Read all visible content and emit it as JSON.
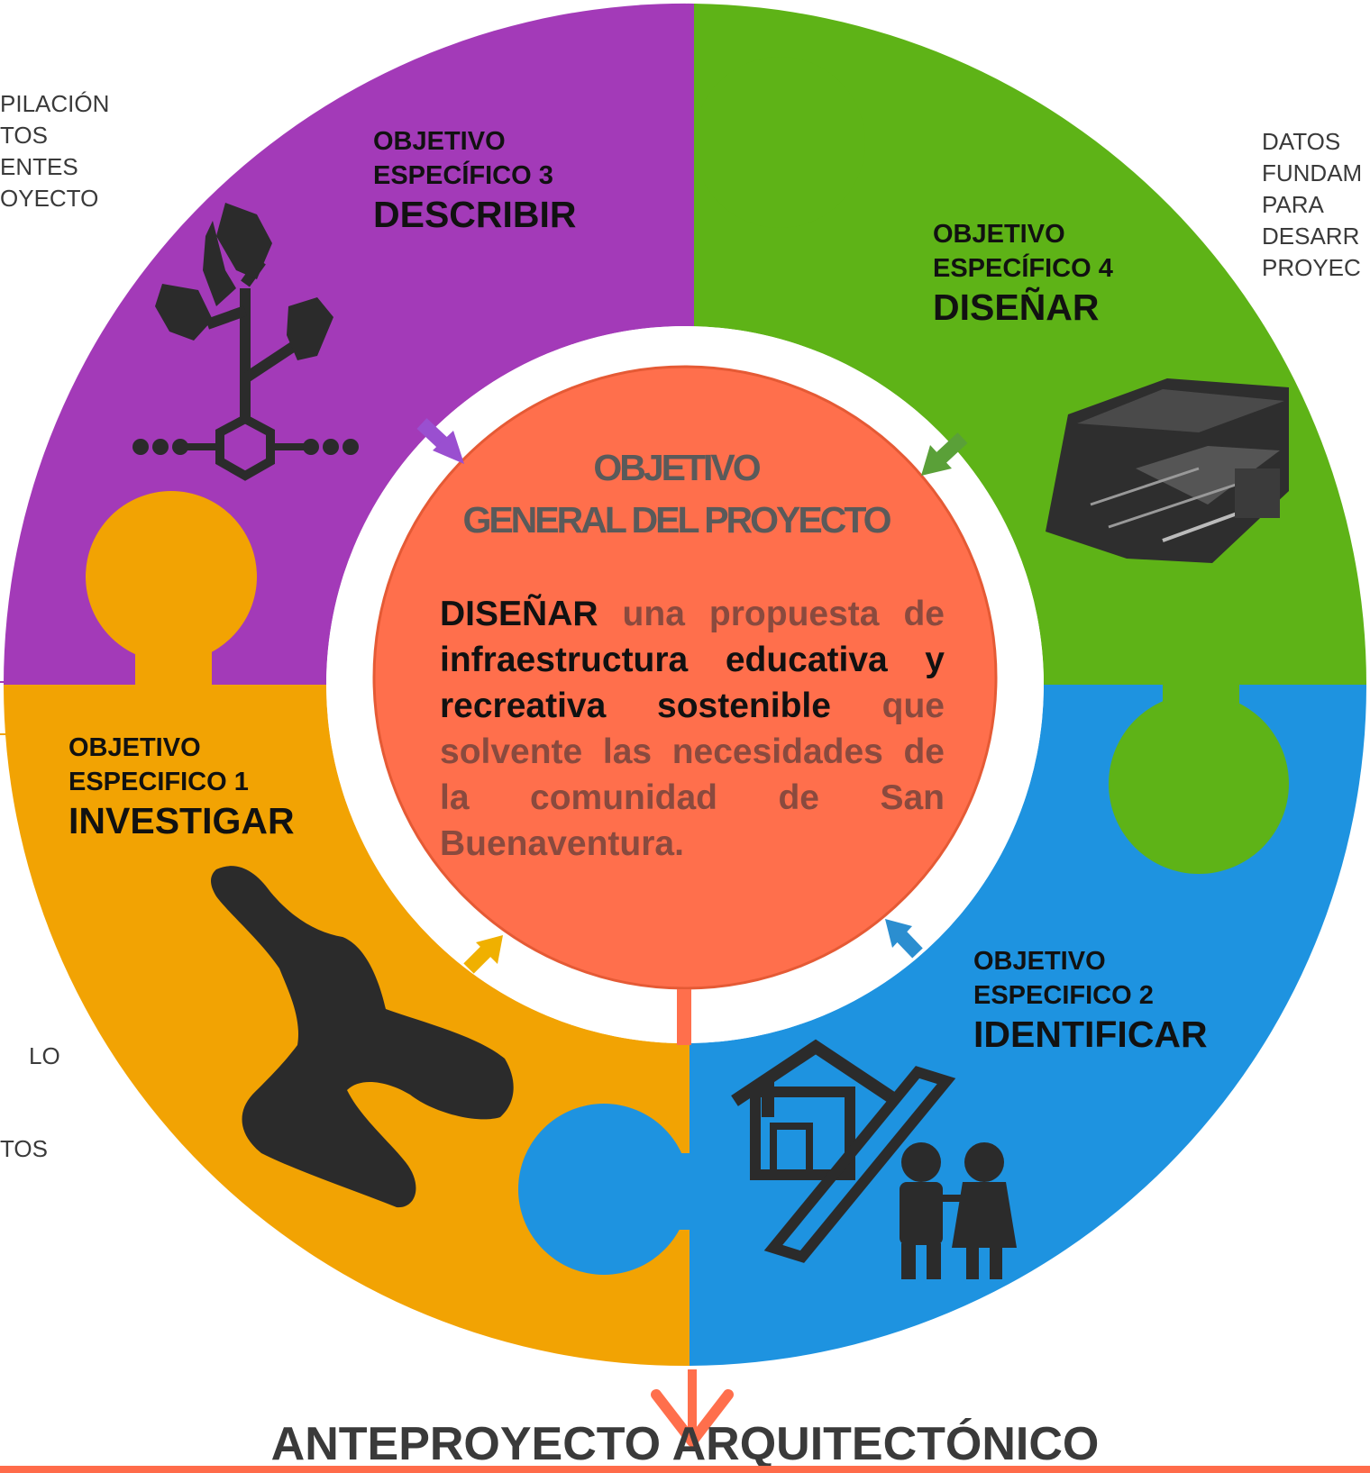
{
  "colors": {
    "purple": "#a33ab8",
    "green": "#5eb317",
    "blue": "#1e93e0",
    "orange": "#f2a303",
    "center": "#ff6f4c",
    "icon": "#2b2b2b"
  },
  "side_notes": {
    "top_left": [
      "PILACIÓN",
      "TOS",
      "ENTES",
      "OYECTO"
    ],
    "top_right": [
      "DATOS",
      "FUNDAM",
      "PARA",
      "DESARR",
      "PROYEC"
    ],
    "left_1": "LO",
    "left_2": "TOS"
  },
  "objectives": {
    "obj3": {
      "line1": "OBJETIVO",
      "line2": "ESPECÍFICO 3",
      "verb": "DESCRIBIR",
      "color": "#a33ab8",
      "icon": "tree-hexagon-icon"
    },
    "obj4": {
      "line1": "OBJETIVO",
      "line2": "ESPECÍFICO 4",
      "verb": "DISEÑAR",
      "color": "#5eb317",
      "icon": "building-render-icon"
    },
    "obj1": {
      "line1": "OBJETIVO",
      "line2": "ESPECIFICO 1",
      "verb": "INVESTIGAR",
      "color": "#f2a303",
      "icon": "map-silhouette-icon"
    },
    "obj2": {
      "line1": "OBJETIVO",
      "line2": "ESPECIFICO 2",
      "verb": "IDENTIFICAR",
      "color": "#1e93e0",
      "icon": "house-percent-people-icon"
    }
  },
  "general": {
    "title_line1": "OBJETIVO",
    "title_line2": "GENERAL DEL PROYECTO",
    "verb": "DISEÑAR",
    "text_a": " una propuesta de ",
    "text_b": "infraestructura educativa y recreativa sostenible",
    "text_c": " que solvente las necesidades de la comunidad de San Buenaventura."
  },
  "footer": {
    "title": "ANTEPROYECTO ARQUITECTÓNICO"
  }
}
